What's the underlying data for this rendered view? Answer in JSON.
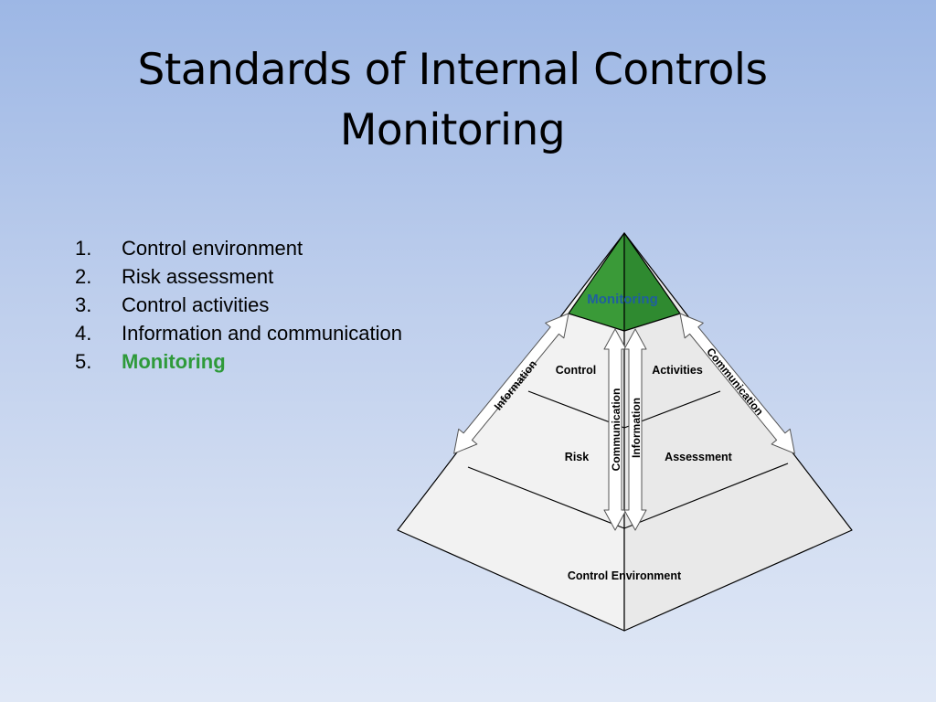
{
  "slide": {
    "title_line1": "Standards of Internal Controls",
    "title_line2": "Monitoring"
  },
  "list": [
    {
      "num": "1.",
      "text": "Control environment"
    },
    {
      "num": "2.",
      "text": "Risk assessment"
    },
    {
      "num": "3.",
      "text": "Control activities"
    },
    {
      "num": "4.",
      "text": "Information and communication"
    },
    {
      "num": "5.",
      "text": "Monitoring"
    }
  ],
  "pyramid": {
    "apex_label": "Monitoring",
    "tier2_left": "Control",
    "tier2_right": "Activities",
    "tier3_left": "Risk",
    "tier3_right": "Assessment",
    "base_label": "Control Environment",
    "arrow_left_label": "Information",
    "arrow_right_label": "Communication",
    "arrow_center_left_label": "Communication",
    "arrow_center_right_label": "Information"
  },
  "colors": {
    "apex_green": "#3a9a38",
    "monitoring_text": "#1f5f9f",
    "highlight_text": "#2e9a3a",
    "face": "#f2f2f2"
  }
}
